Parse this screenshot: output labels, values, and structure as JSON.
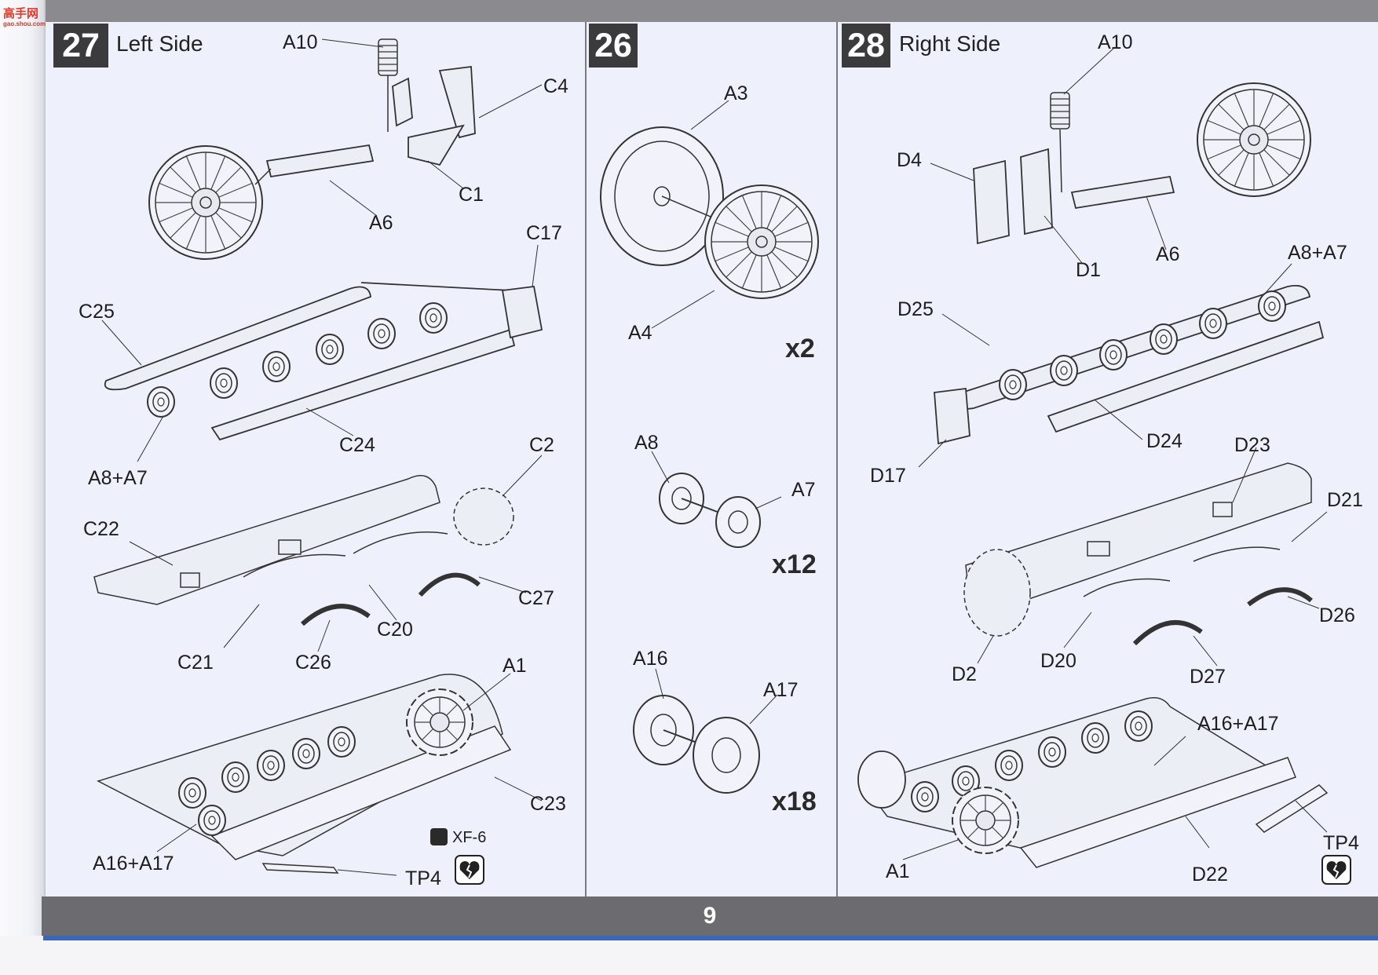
{
  "watermark": {
    "text": "高手网",
    "sub": "gao.shou.com"
  },
  "page_number": "9",
  "step27": {
    "number": "27",
    "title": "Left Side",
    "labels": [
      "A10",
      "C4",
      "C1",
      "A6",
      "C17",
      "C25",
      "C24",
      "A8+A7",
      "C2",
      "C22",
      "C27",
      "C20",
      "C21",
      "C26",
      "A1",
      "C23",
      "A16+A17",
      "TP4",
      "XF-6"
    ]
  },
  "step26": {
    "number": "26",
    "labels": [
      "A3",
      "A4",
      "A8",
      "A7",
      "A16",
      "A17"
    ],
    "quantities": [
      "x2",
      "x12",
      "x18"
    ]
  },
  "step28": {
    "number": "28",
    "title": "Right Side",
    "labels": [
      "A10",
      "D4",
      "D1",
      "A6",
      "A8+A7",
      "D25",
      "D24",
      "D17",
      "D23",
      "D21",
      "D26",
      "D2",
      "D20",
      "D27",
      "A16+A17",
      "TP4",
      "A1",
      "D22"
    ]
  }
}
